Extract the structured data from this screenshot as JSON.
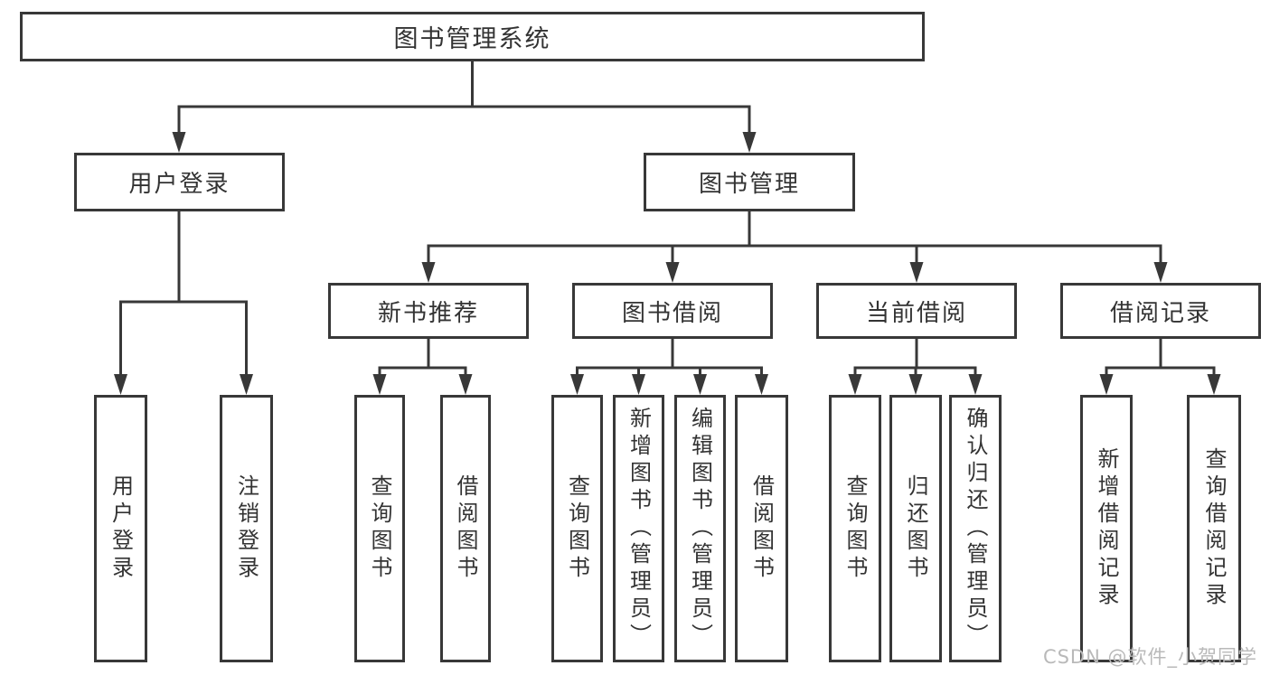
{
  "diagram": {
    "title": "图书管理系统",
    "watermark": "CSDN @软件_小贺同学",
    "colors": {
      "line": "#383838",
      "text": "#333333",
      "background": "#ffffff",
      "watermark": "#b9b9b9"
    },
    "nodes": [
      {
        "id": "root",
        "label": "图书管理系统",
        "parent": null,
        "level": 1
      },
      {
        "id": "user-login",
        "label": "用户登录",
        "parent": "root",
        "level": 2
      },
      {
        "id": "book-mgmt",
        "label": "图书管理",
        "parent": "root",
        "level": 2
      },
      {
        "id": "new-book-rec",
        "label": "新书推荐",
        "parent": "book-mgmt",
        "level": 3
      },
      {
        "id": "book-borrowing",
        "label": "图书借阅",
        "parent": "book-mgmt",
        "level": 3
      },
      {
        "id": "current-borrowing",
        "label": "当前借阅",
        "parent": "book-mgmt",
        "level": 3
      },
      {
        "id": "borrow-records",
        "label": "借阅记录",
        "parent": "book-mgmt",
        "level": 3
      },
      {
        "id": "user-login-leaf",
        "label": "用户登录",
        "parent": "user-login",
        "level": 4
      },
      {
        "id": "logout-leaf",
        "label": "注销登录",
        "parent": "user-login",
        "level": 4
      },
      {
        "id": "query-books-1",
        "label": "查询图书",
        "parent": "new-book-rec",
        "level": 4
      },
      {
        "id": "borrow-books-1",
        "label": "借阅图书",
        "parent": "new-book-rec",
        "level": 4
      },
      {
        "id": "query-books-2",
        "label": "查询图书",
        "parent": "book-borrowing",
        "level": 4
      },
      {
        "id": "add-books",
        "label": "新增图书（管理员）",
        "parent": "book-borrowing",
        "level": 4
      },
      {
        "id": "edit-books",
        "label": "编辑图书（管理员）",
        "parent": "book-borrowing",
        "level": 4
      },
      {
        "id": "borrow-books-2",
        "label": "借阅图书",
        "parent": "book-borrowing",
        "level": 4
      },
      {
        "id": "query-books-3",
        "label": "查询图书",
        "parent": "current-borrowing",
        "level": 4
      },
      {
        "id": "return-books",
        "label": "归还图书",
        "parent": "current-borrowing",
        "level": 4
      },
      {
        "id": "confirm-return",
        "label": "确认归还（管理员）",
        "parent": "current-borrowing",
        "level": 4
      },
      {
        "id": "add-borrow-record",
        "label": "新增借阅记录",
        "parent": "borrow-records",
        "level": 4
      },
      {
        "id": "query-borrow-record",
        "label": "查询借阅记录",
        "parent": "borrow-records",
        "level": 4
      }
    ]
  }
}
